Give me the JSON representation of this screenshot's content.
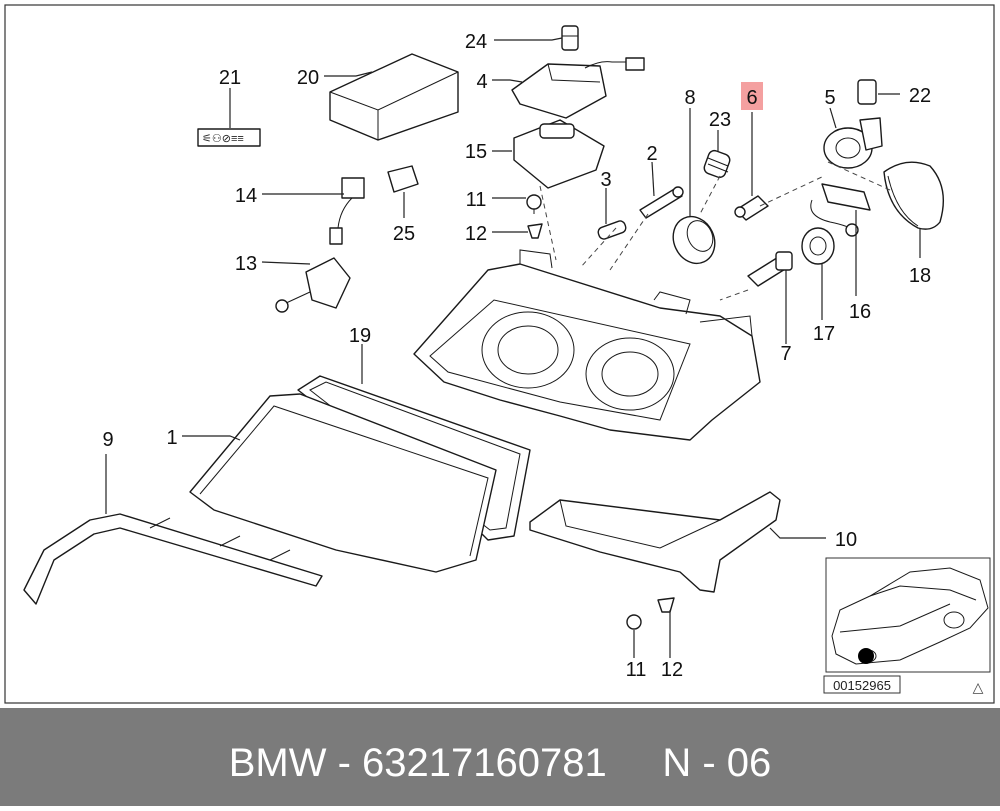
{
  "diagram": {
    "callouts": {
      "c1": "1",
      "c2": "2",
      "c3": "3",
      "c4": "4",
      "c5": "5",
      "c6": "6",
      "c7": "7",
      "c8": "8",
      "c9": "9",
      "c10": "10",
      "c11a": "11",
      "c11b": "11",
      "c12a": "12",
      "c12b": "12",
      "c13": "13",
      "c14": "14",
      "c15": "15",
      "c16": "16",
      "c17": "17",
      "c18": "18",
      "c19": "19",
      "c20": "20",
      "c21": "21",
      "c22": "22",
      "c23": "23",
      "c24": "24",
      "c25": "25"
    },
    "highlighted_callout": "6",
    "highlight_color": "#f4a0a0",
    "inset_code": "00152965",
    "inset_triangle": "△"
  },
  "footer": {
    "text": "BMW - 63217160781     N - 06",
    "background": "#7b7b7b"
  }
}
